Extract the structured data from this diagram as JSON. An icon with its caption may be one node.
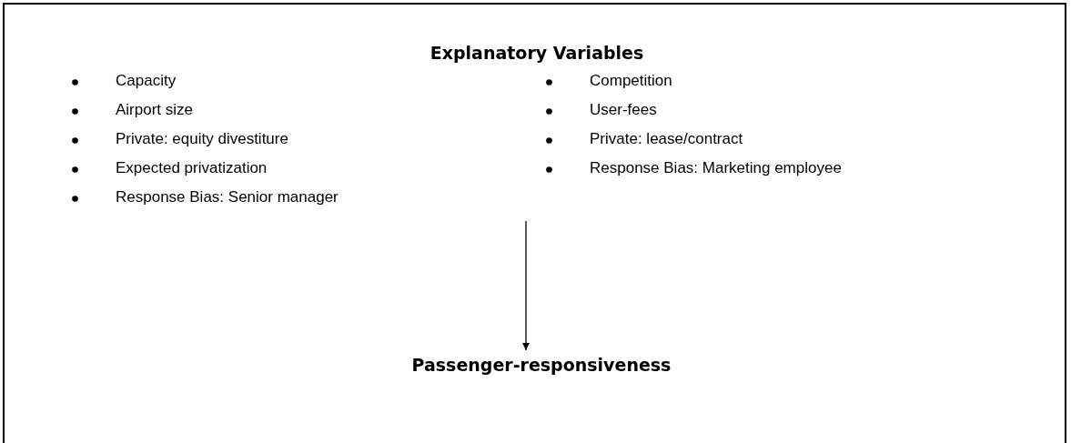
{
  "diagram": {
    "nodes": [
      {
        "text": [],
        "shape": "box"
      },
      {
        "text": [
          "Explanatory Variables",
          "Capacity",
          "Airport size",
          "Private: equity divestiture",
          "Expected privatization",
          "Response Bias: Senior manager",
          "Competition",
          "User-fees",
          "Private: lease/contract",
          "Response Bias: Marketing employee"
        ],
        "in": 0
      },
      {
        "text": [
          "Passenger-responsiveness"
        ],
        "in": 0
      }
    ],
    "edges": [
      {
        "from": 1,
        "to": 2,
        "arrow": "to"
      }
    ]
  }
}
